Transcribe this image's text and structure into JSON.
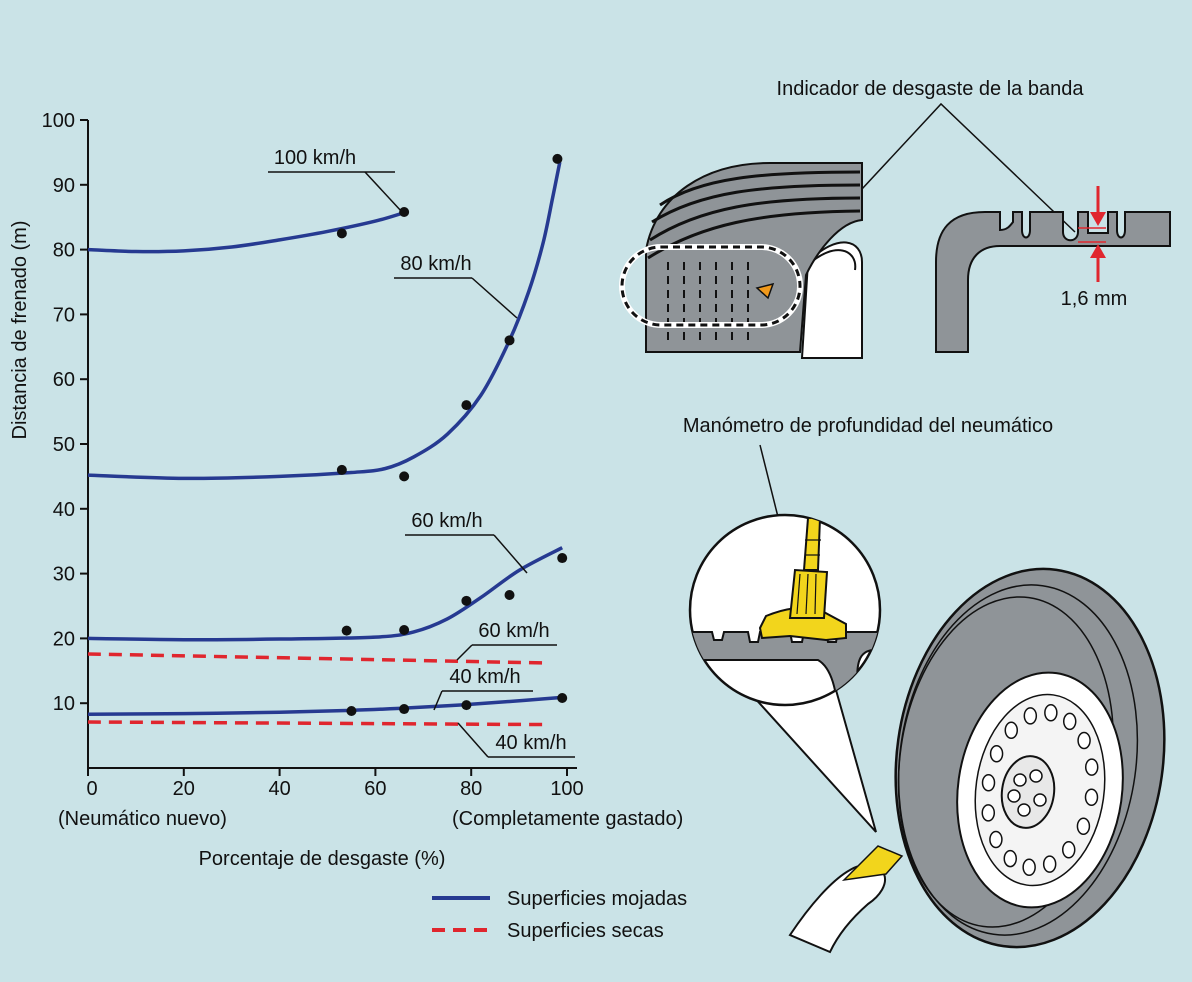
{
  "colors": {
    "background": "#cae3e7",
    "wet": "#263a91",
    "dry": "#e0262e",
    "gauge": "#f2d51c",
    "tire": "#8f9498",
    "indicator": "#f19a1c",
    "arrow": "#e0262e"
  },
  "chart_data": {
    "type": "line",
    "xlabel": "Porcentaje de desgaste (%)",
    "ylabel": "Distancia de frenado (m)",
    "xlim": [
      0,
      100
    ],
    "ylim": [
      0,
      100
    ],
    "x_ticks": [
      0,
      20,
      40,
      60,
      80,
      100
    ],
    "y_ticks": [
      10,
      20,
      30,
      40,
      50,
      60,
      70,
      80,
      90,
      100
    ],
    "x_tick_notes": {
      "start": "(Neumático nuevo)",
      "end": "(Completamente gastado)"
    },
    "grid": false,
    "legend_position": "bottom-right",
    "legend": [
      {
        "label": "Superficies mojadas",
        "style": "solid",
        "color": "#263a91"
      },
      {
        "label": "Superficies secas",
        "style": "dashed",
        "color": "#e0262e"
      }
    ],
    "series": [
      {
        "name": "100 km/h",
        "surface": "wet",
        "curve": [
          [
            0,
            80
          ],
          [
            10,
            79.7
          ],
          [
            20,
            79.8
          ],
          [
            30,
            80.4
          ],
          [
            40,
            81.5
          ],
          [
            50,
            82.8
          ],
          [
            60,
            84.4
          ],
          [
            66,
            85.7
          ]
        ],
        "points": [
          [
            53,
            82.5
          ],
          [
            66,
            85.8
          ]
        ]
      },
      {
        "name": "80 km/h",
        "surface": "wet",
        "curve": [
          [
            0,
            45.2
          ],
          [
            20,
            44.7
          ],
          [
            40,
            45
          ],
          [
            55,
            45.6
          ],
          [
            62,
            46.2
          ],
          [
            68,
            48
          ],
          [
            75,
            51.5
          ],
          [
            82,
            57.5
          ],
          [
            88,
            66
          ],
          [
            92,
            73.5
          ],
          [
            95,
            81
          ],
          [
            97,
            88
          ],
          [
            98.5,
            93.5
          ]
        ],
        "points": [
          [
            53,
            46
          ],
          [
            66,
            45
          ],
          [
            79,
            56
          ],
          [
            88,
            66
          ],
          [
            98,
            94
          ]
        ]
      },
      {
        "name": "60 km/h",
        "surface": "wet",
        "curve": [
          [
            0,
            20
          ],
          [
            20,
            19.8
          ],
          [
            40,
            19.9
          ],
          [
            60,
            20.2
          ],
          [
            68,
            21
          ],
          [
            75,
            23
          ],
          [
            82,
            26.3
          ],
          [
            90,
            30.5
          ],
          [
            99,
            34
          ]
        ],
        "points": [
          [
            54,
            21.2
          ],
          [
            66,
            21.3
          ],
          [
            79,
            25.8
          ],
          [
            88,
            26.7
          ],
          [
            99,
            32.4
          ]
        ]
      },
      {
        "name": "40 km/h",
        "surface": "wet",
        "curve": [
          [
            0,
            8.3
          ],
          [
            20,
            8.4
          ],
          [
            40,
            8.6
          ],
          [
            55,
            8.9
          ],
          [
            65,
            9.2
          ],
          [
            75,
            9.6
          ],
          [
            85,
            10.1
          ],
          [
            99,
            10.9
          ]
        ],
        "points": [
          [
            55,
            8.8
          ],
          [
            66,
            9.1
          ],
          [
            79,
            9.7
          ],
          [
            99,
            10.8
          ]
        ]
      },
      {
        "name": "60 km/h",
        "surface": "dry",
        "curve": [
          [
            0,
            17.6
          ],
          [
            96,
            16.2
          ]
        ],
        "points": []
      },
      {
        "name": "40 km/h",
        "surface": "dry",
        "curve": [
          [
            0,
            7.1
          ],
          [
            96,
            6.7
          ]
        ],
        "points": []
      }
    ],
    "annotations": [
      "Indicador de desgaste de la banda",
      "1,6 mm",
      "Manómetro de profundidad del neumático"
    ]
  }
}
